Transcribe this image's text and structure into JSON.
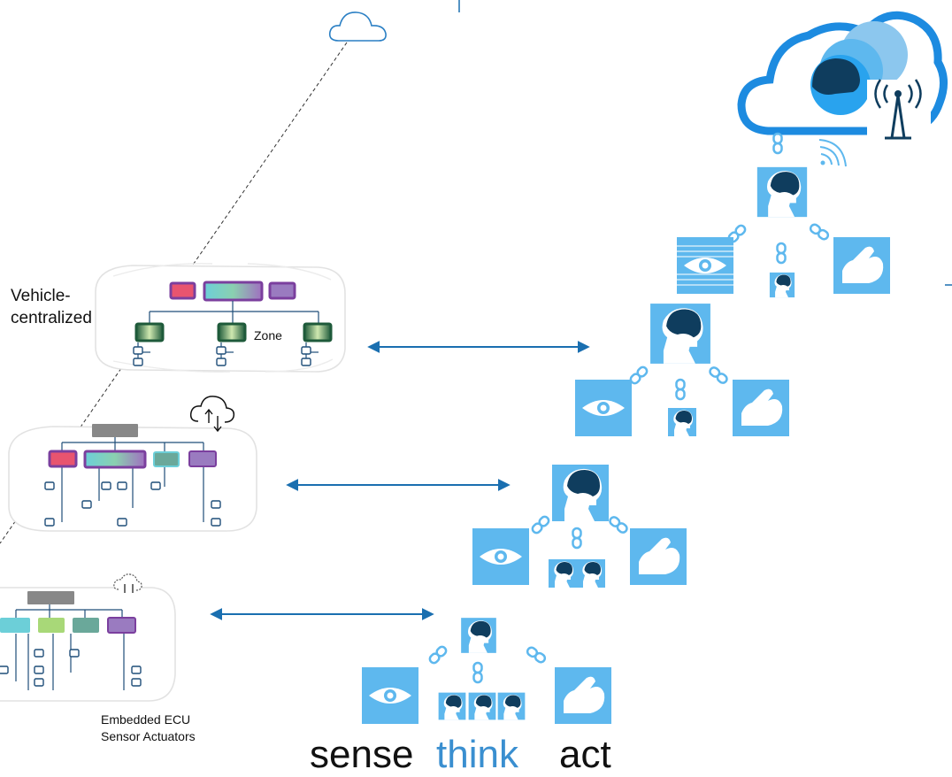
{
  "labels": {
    "vehicle_centralized": "Vehicle-\ncentralized",
    "zone": "Zone",
    "embedded": "Embedded ECU\nSensor Actuators"
  },
  "words": {
    "sense": "sense",
    "think": "think",
    "act": "act"
  },
  "colors": {
    "icon_blue": "#5eb8ee",
    "dark_navy": "#0f3d5e",
    "arrow_blue": "#1a6fb0",
    "line_navy": "#1f4e79",
    "think_text": "#3a8fd0",
    "ecu_pink": "#e8546f",
    "ecu_purple": "#7b3f9e",
    "ecu_purple_light": "#9a7bc0",
    "ecu_teal": "#6aa89a",
    "ecu_cyan": "#6ccfd8",
    "ecu_lime": "#a8d878",
    "zone_green": "#1e5a3a",
    "central_gray": "#888888"
  },
  "icons": [
    "cloud-outline-icon",
    "cloud-brain-icon",
    "radio-tower-icon",
    "wifi-icon",
    "brain-head-icon",
    "eye-icon",
    "muscle-arm-icon",
    "chain-link-icon",
    "cloud-sync-icon",
    "double-arrow-icon"
  ]
}
